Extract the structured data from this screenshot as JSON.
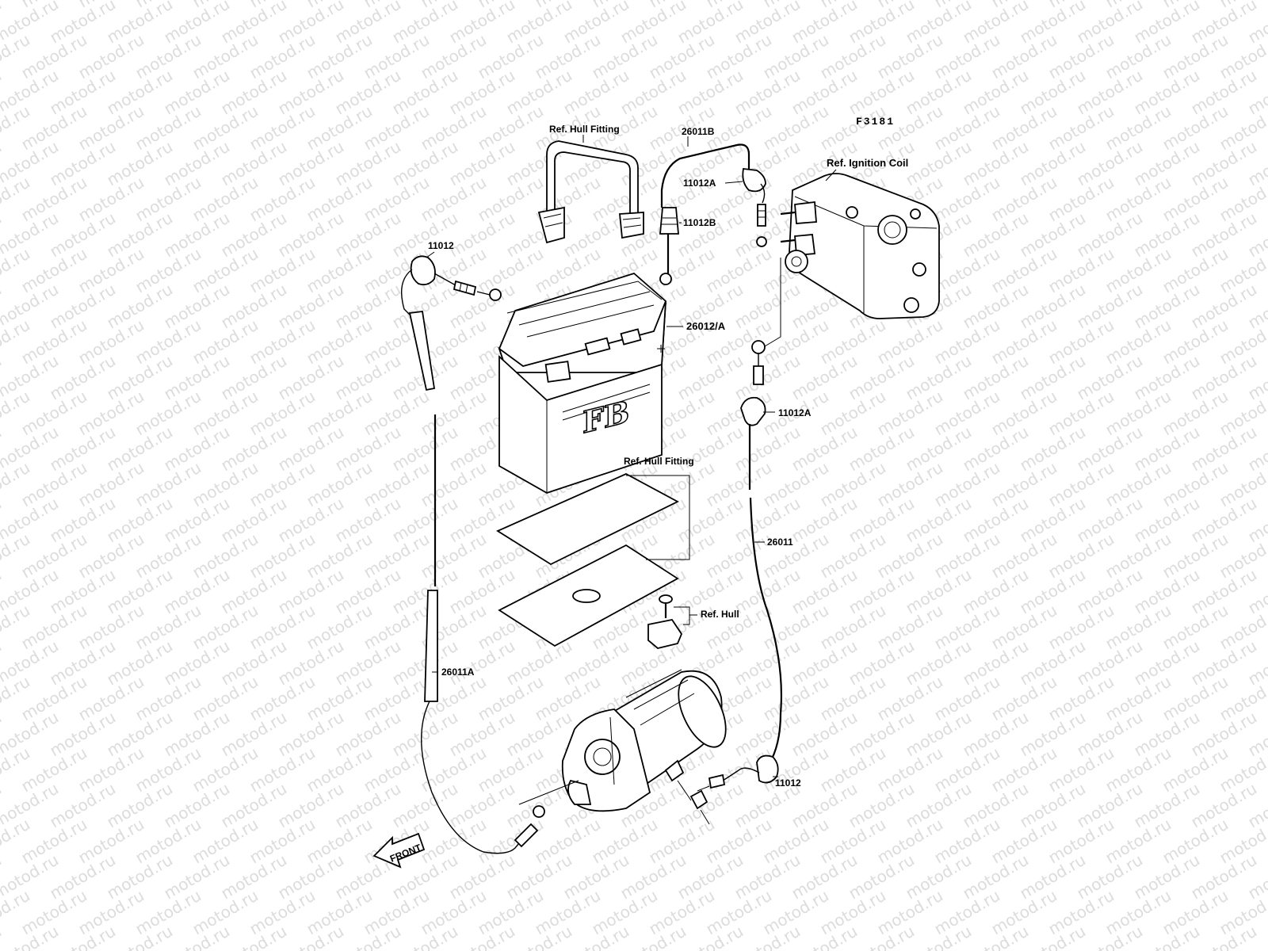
{
  "watermark": {
    "text": "motod.ru",
    "color": "#dcdcdc"
  },
  "figure_id": "F3181",
  "labels": {
    "ref_hull_fitting_top": "Ref. Hull Fitting",
    "cable_26011B": "26011B",
    "cap_11012A_top": "11012A",
    "cap_11012B": "11012B",
    "ref_ignition_coil": "Ref. Ignition Coil",
    "cap_11012_left": "11012",
    "battery_26012A": "26012/A",
    "cap_11012A_right": "11012A",
    "ref_hull_fitting_mid": "Ref. Hull Fitting",
    "cable_26011": "26011",
    "ref_hull": "Ref. Hull",
    "cable_26011A": "26011A",
    "cap_11012_bottom": "11012",
    "front_arrow": "FRONT",
    "battery_brand": "FB"
  },
  "colors": {
    "ink": "#000000",
    "paper": "#ffffff"
  }
}
